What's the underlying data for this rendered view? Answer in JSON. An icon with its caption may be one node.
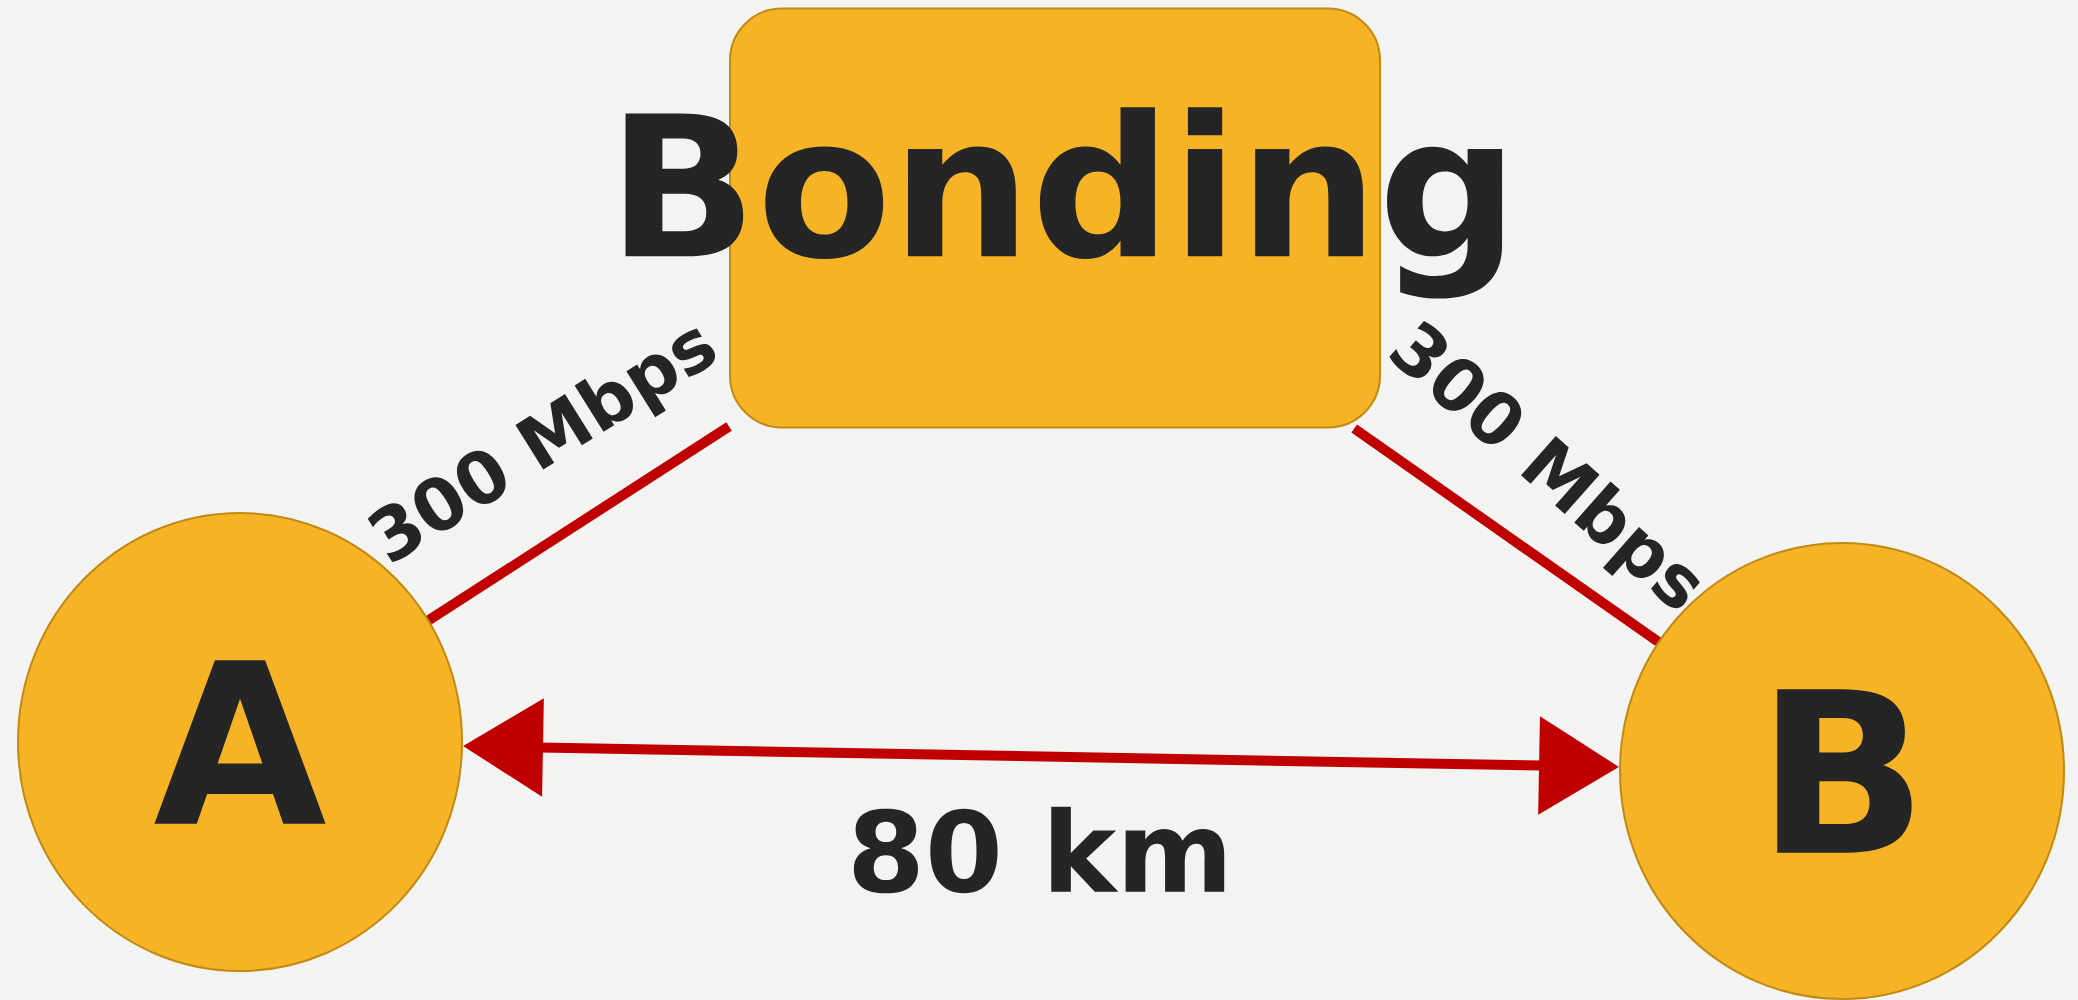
{
  "diagram": {
    "nodes": [
      {
        "text": [
          "Bonding"
        ]
      },
      {
        "text": [
          "A"
        ]
      },
      {
        "text": [
          "B"
        ]
      }
    ],
    "edges": [
      {
        "from": 1,
        "to": 0,
        "arrow": "none",
        "label": "300 Mbps"
      },
      {
        "from": 0,
        "to": 2,
        "arrow": "none",
        "label": "300 Mbps"
      },
      {
        "from": 1,
        "to": 2,
        "arrow": "both",
        "label": "80 km"
      }
    ]
  }
}
